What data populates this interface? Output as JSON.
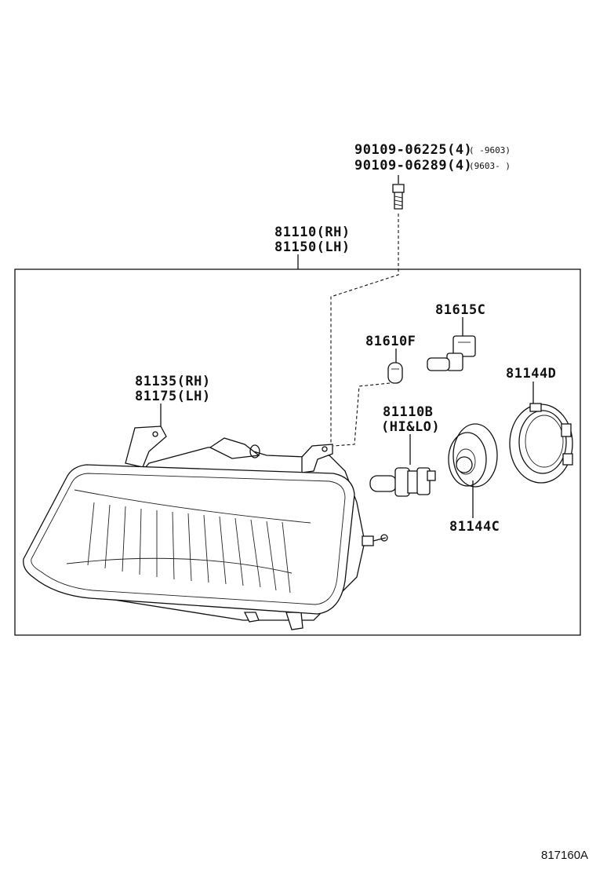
{
  "parts": {
    "bolt": {
      "line1_number": "90109-06225(4)",
      "line1_range": "(   -9603)",
      "line2_number": "90109-06289(4)",
      "line2_range": "(9603-    )"
    },
    "unit": {
      "rh": "81110(RH)",
      "lh": "81150(LH)"
    },
    "lens": {
      "rh": "81135(RH)",
      "lh": "81175(LH)"
    },
    "socket": "81615C",
    "small_bulb": "81610F",
    "main_bulb": {
      "number": "81110B",
      "note": "(HI&LO)"
    },
    "cover_d": "81144D",
    "cover_c": "81144C"
  },
  "diagram_ref": "817160A"
}
